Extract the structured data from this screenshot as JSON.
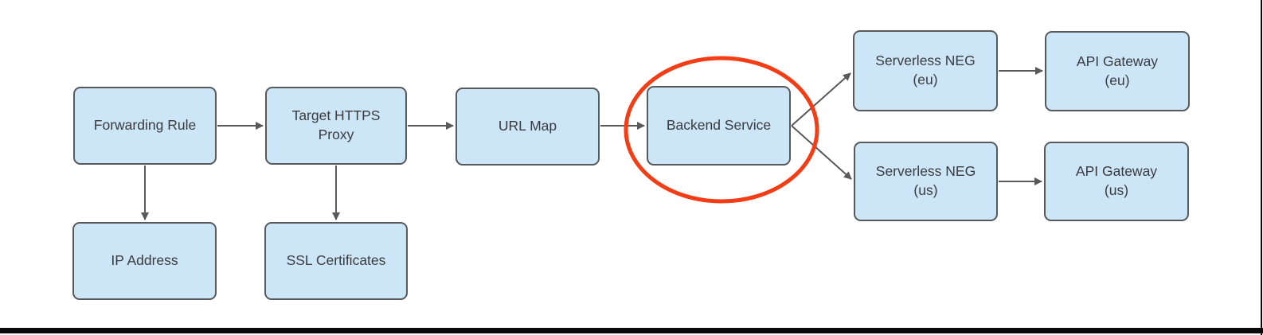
{
  "diagram": {
    "nodes": [
      {
        "id": "forwarding-rule",
        "label": "Forwarding Rule"
      },
      {
        "id": "target-https-proxy",
        "label": "Target HTTPS\nProxy"
      },
      {
        "id": "url-map",
        "label": "URL Map"
      },
      {
        "id": "backend-service",
        "label": "Backend Service"
      },
      {
        "id": "ip-address",
        "label": "IP Address"
      },
      {
        "id": "ssl-certificates",
        "label": "SSL Certificates"
      },
      {
        "id": "serverless-neg-eu",
        "label": "Serverless NEG\n(eu)"
      },
      {
        "id": "api-gateway-eu",
        "label": "API Gateway\n(eu)"
      },
      {
        "id": "serverless-neg-us",
        "label": "Serverless NEG\n(us)"
      },
      {
        "id": "api-gateway-us",
        "label": "API Gateway\n(us)"
      }
    ],
    "edges": [
      {
        "from": "forwarding-rule",
        "to": "target-https-proxy"
      },
      {
        "from": "target-https-proxy",
        "to": "url-map"
      },
      {
        "from": "url-map",
        "to": "backend-service"
      },
      {
        "from": "forwarding-rule",
        "to": "ip-address"
      },
      {
        "from": "target-https-proxy",
        "to": "ssl-certificates"
      },
      {
        "from": "backend-service",
        "to": "serverless-neg-eu"
      },
      {
        "from": "backend-service",
        "to": "serverless-neg-us"
      },
      {
        "from": "serverless-neg-eu",
        "to": "api-gateway-eu"
      },
      {
        "from": "serverless-neg-us",
        "to": "api-gateway-us"
      }
    ],
    "annotation": {
      "shape": "ellipse",
      "highlights": "backend-service",
      "color": "#f53c14"
    },
    "colors": {
      "node_fill": "#cde6f7",
      "node_border": "#58595b",
      "arrow": "#595959",
      "text": "#3a3b3e",
      "frame": "#0a0a0a",
      "background": "#ffffff"
    }
  }
}
